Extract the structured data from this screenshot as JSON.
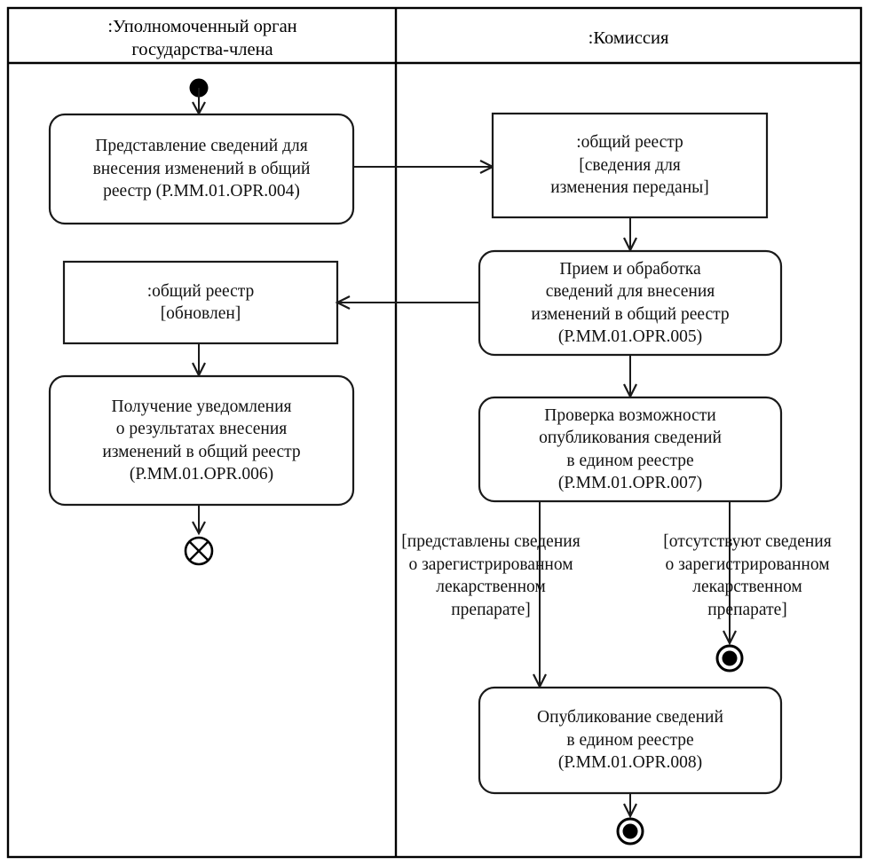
{
  "diagram": {
    "type": "uml-activity-diagram",
    "notation": "swimlane",
    "background_color": "#ffffff",
    "line_color": "#1a1a1a"
  },
  "lanes": [
    {
      "id": "lane-member-state",
      "title": ":Уполномоченный орган\nгосударства-члена"
    },
    {
      "id": "lane-commission",
      "title": ":Комиссия"
    }
  ],
  "nodes": {
    "initial": {
      "kind": "initial-node",
      "lane": "lane-member-state"
    },
    "opr004": {
      "kind": "activity",
      "lane": "lane-member-state",
      "text": "Представление сведений для\nвнесения изменений в общий\nреестр (Р.ММ.01.OPR.004)"
    },
    "object_transferred": {
      "kind": "object-node",
      "lane": "lane-commission",
      "text": ":общий реестр\n[сведения для\nизменения переданы]"
    },
    "opr005": {
      "kind": "activity",
      "lane": "lane-commission",
      "text": "Прием и обработка\nсведений для внесения\nизменений в общий реестр\n(Р.ММ.01.OPR.005)"
    },
    "object_updated": {
      "kind": "object-node",
      "lane": "lane-member-state",
      "text": ":общий реестр\n[обновлен]"
    },
    "opr006": {
      "kind": "activity",
      "lane": "lane-member-state",
      "text": "Получение уведомления\nо результатах внесения\nизменений в общий реестр\n(Р.ММ.01.OPR.006)"
    },
    "opr007": {
      "kind": "activity",
      "lane": "lane-commission",
      "text": "Проверка возможности\nопубликования сведений\nв едином реестре\n(Р.ММ.01.OPR.007)"
    },
    "opr008": {
      "kind": "activity",
      "lane": "lane-commission",
      "text": "Опубликование сведений\nв едином реестре\n(Р.ММ.01.OPR.008)"
    },
    "flow_final": {
      "kind": "flow-final-node",
      "lane": "lane-member-state"
    },
    "final_right": {
      "kind": "activity-final-node",
      "lane": "lane-commission"
    },
    "final_bottom": {
      "kind": "activity-final-node",
      "lane": "lane-commission"
    }
  },
  "guards": [
    {
      "id": "guard-present",
      "text": "[представлены сведения\nо зарегистрированном\nлекарственном\nпрепарате]"
    },
    {
      "id": "guard-absent",
      "text": "[отсутствуют сведения\nо зарегистрированном\nлекарственном\nпрепарате]"
    }
  ],
  "flows": [
    {
      "from": "initial",
      "to": "opr004"
    },
    {
      "from": "opr004",
      "to": "object_transferred"
    },
    {
      "from": "object_transferred",
      "to": "opr005"
    },
    {
      "from": "opr005",
      "to": "object_updated"
    },
    {
      "from": "opr005",
      "to": "opr007"
    },
    {
      "from": "object_updated",
      "to": "opr006"
    },
    {
      "from": "opr006",
      "to": "flow_final"
    },
    {
      "from": "opr007",
      "to": "opr008",
      "guard": "guard-present"
    },
    {
      "from": "opr007",
      "to": "final_right",
      "guard": "guard-absent"
    },
    {
      "from": "opr008",
      "to": "final_bottom"
    }
  ]
}
